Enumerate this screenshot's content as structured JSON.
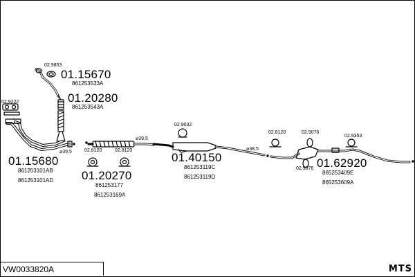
{
  "parts": {
    "p1": {
      "number": "01.15670",
      "ref": "861253533A",
      "clip": "02.9853"
    },
    "p2": {
      "number": "01.20280",
      "ref": "861253543A"
    },
    "p3": {
      "number": "01.15680",
      "ref1": "861253101AB",
      "ref2": "861253101AD",
      "clamp": "02.9222",
      "dia": "⌀39,5"
    },
    "p4": {
      "number": "01.20270",
      "ref1": "861253177",
      "ref2": "861253169A",
      "mount1": "02.8120",
      "mount2": "02.8120",
      "dia": "⌀39,5"
    },
    "p5": {
      "number": "01.40150",
      "ref1": "861253119C",
      "ref2": "861253119D",
      "mount": "02.9032",
      "dia": "⌀38,5"
    },
    "p6": {
      "number": "01.62920",
      "ref1": "865253409E",
      "ref2": "865253609A",
      "mount1": "02.8120",
      "mount2": "02.9076",
      "mount3": "02.9353",
      "mount4": "02.9076"
    }
  },
  "footer": {
    "code": "VW0033820A",
    "brand": "MTS"
  }
}
